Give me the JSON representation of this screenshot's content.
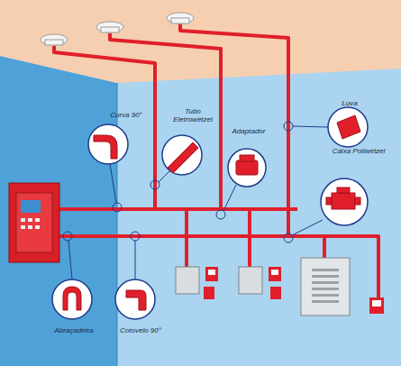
{
  "diagram": {
    "labels": [
      "Curva 90°",
      "Tubo Eletrowetzel",
      "Adaptador",
      "Luva",
      "Caixa Poliwetzel",
      "Abraçadeira",
      "Cotovelo 90°"
    ]
  }
}
